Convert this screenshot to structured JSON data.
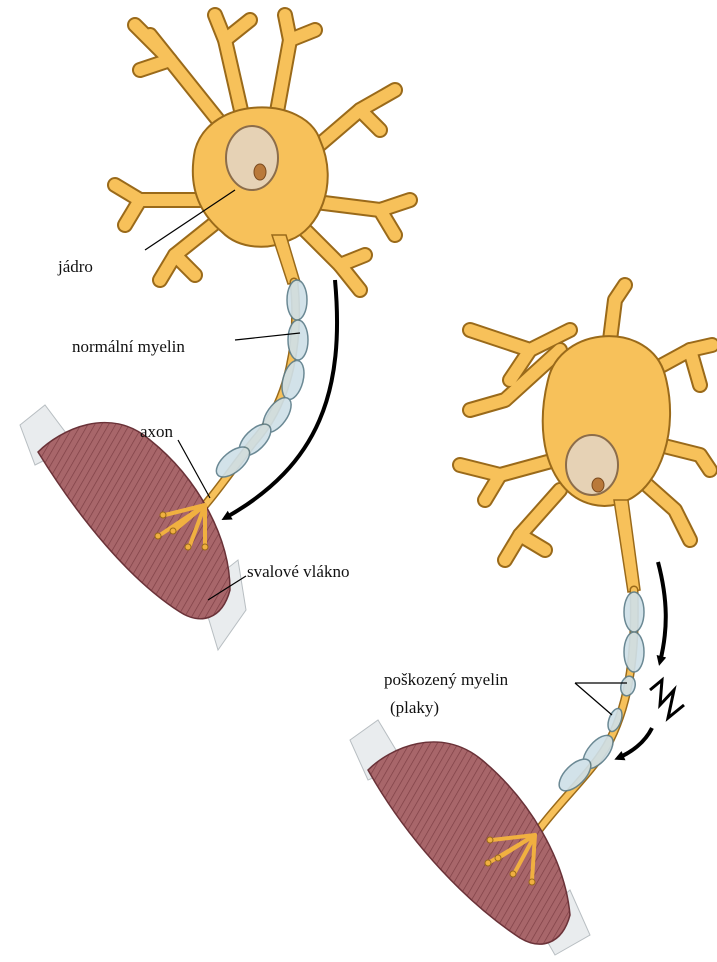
{
  "labels": {
    "nucleus": "jádro",
    "normal_myelin": "normální myelin",
    "axon": "axon",
    "muscle_fiber": "svalové vlákno",
    "damaged_myelin": "poškozený myelin",
    "plaques": "(plaky)"
  },
  "colors": {
    "neuron_fill": "#F7C15A",
    "neuron_outline": "#9A6A1A",
    "nucleus_fill": "#E6D2B5",
    "myelin_fill": "#CFE0E8",
    "myelin_outline": "#5F7F8C",
    "muscle_fill": "#A8666A",
    "muscle_stripe": "#7E3F45",
    "tendon": "#E9ECEE",
    "arrow": "#000000"
  },
  "icons": [
    "neuron-cell",
    "myelin-sheath",
    "muscle-fiber",
    "signal-arrow",
    "conduction-block-zigzag"
  ]
}
